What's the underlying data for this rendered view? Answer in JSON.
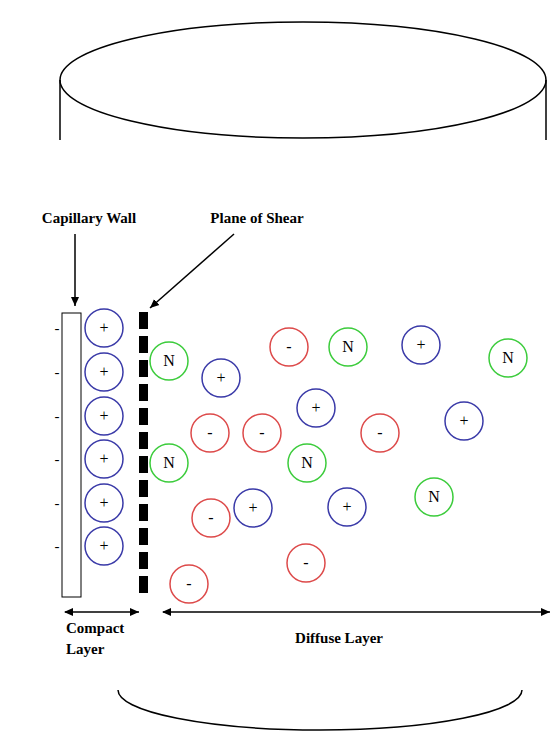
{
  "diagram": {
    "nodes": [
      {
        "text": [
          "+"
        ]
      },
      {
        "text": [
          "+"
        ]
      },
      {
        "text": [
          "+"
        ]
      },
      {
        "text": [
          "+"
        ]
      },
      {
        "text": [
          "+"
        ]
      },
      {
        "text": [
          "+"
        ]
      },
      {
        "text": [
          "-"
        ]
      },
      {
        "text": [
          "N"
        ]
      },
      {
        "text": [
          "+"
        ]
      },
      {
        "text": [
          "N"
        ]
      },
      {
        "text": [
          "N"
        ]
      },
      {
        "text": [
          "+"
        ]
      },
      {
        "text": [
          "+"
        ]
      },
      {
        "text": [
          "-"
        ]
      },
      {
        "text": [
          "-"
        ]
      },
      {
        "text": [
          "-"
        ]
      },
      {
        "text": [
          "+"
        ]
      },
      {
        "text": [
          "N"
        ]
      },
      {
        "text": [
          "N"
        ]
      },
      {
        "text": [
          "N"
        ]
      },
      {
        "text": [
          "+"
        ]
      },
      {
        "text": [
          "+"
        ]
      },
      {
        "text": [
          "-"
        ]
      },
      {
        "text": [
          "-"
        ]
      },
      {
        "text": [
          "-"
        ]
      }
    ],
    "labels": [
      "Capillary Wall",
      "Plane of Shear",
      "-",
      "-",
      "-",
      "-",
      "-",
      "-",
      "Compact Layer",
      "Diffuse Layer"
    ]
  }
}
